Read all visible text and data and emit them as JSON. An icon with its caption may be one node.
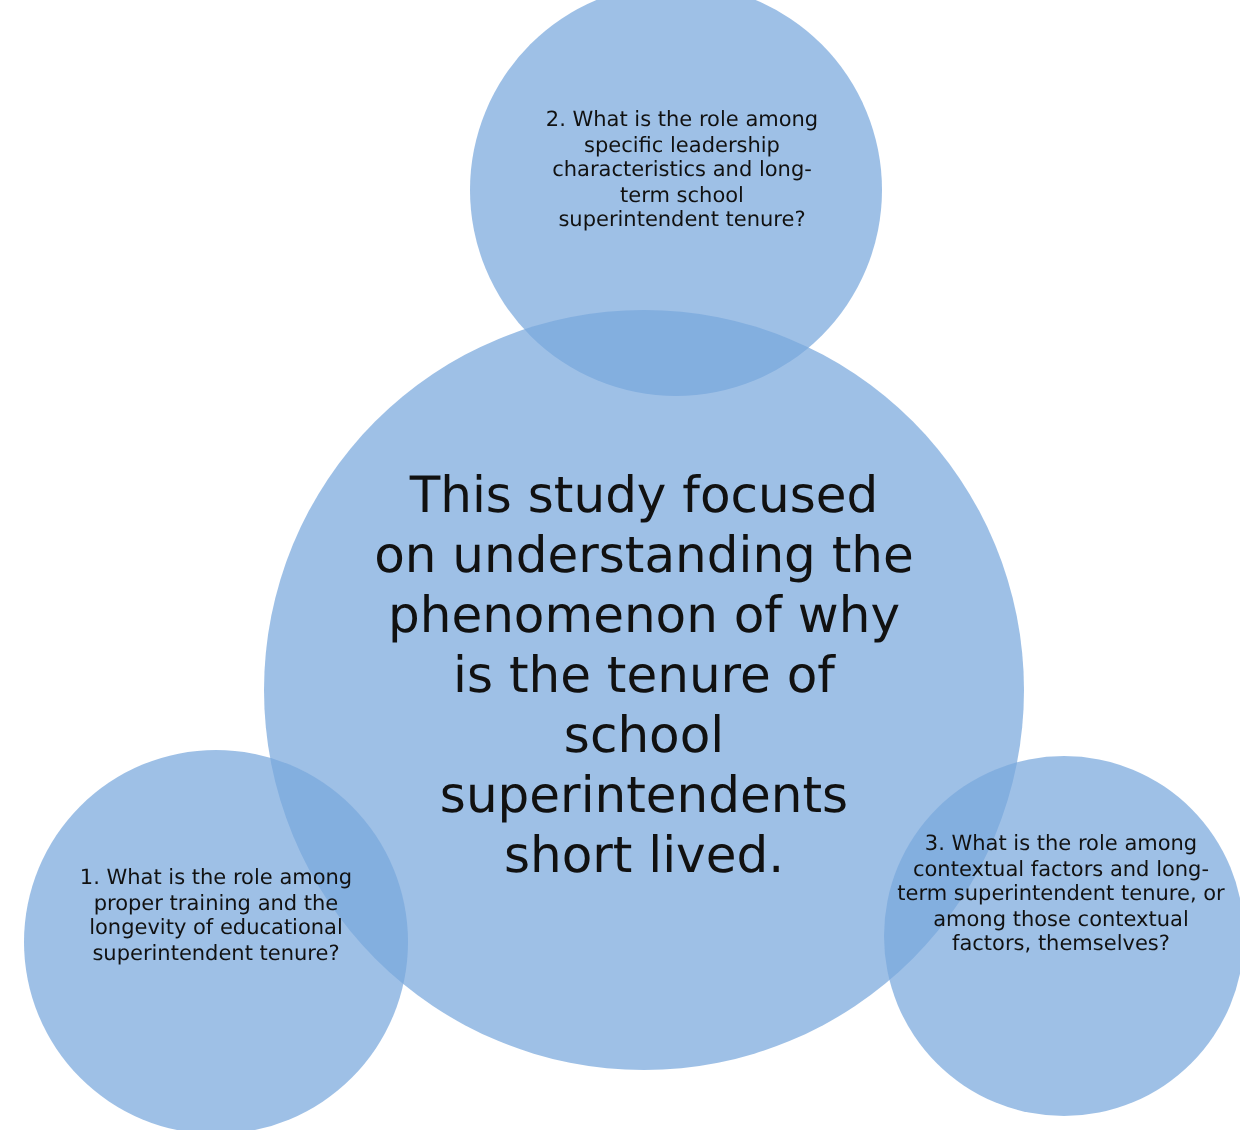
{
  "diagram": {
    "nodes": [
      {
        "text": [
          "2. What is the role among specific leadership characteristics and long-term school superintendent tenure?"
        ]
      },
      {
        "text": [
          "This study focused on understanding the phenomenon of why is the tenure of school superintendents short lived."
        ]
      },
      {
        "text": [
          "1. What is the role among proper training and the longevity of educational superintendent tenure?"
        ]
      },
      {
        "text": [
          "3. What is the role among contextual factors and long-term superintendent tenure, or among those contextual factors, themselves?"
        ]
      }
    ]
  }
}
